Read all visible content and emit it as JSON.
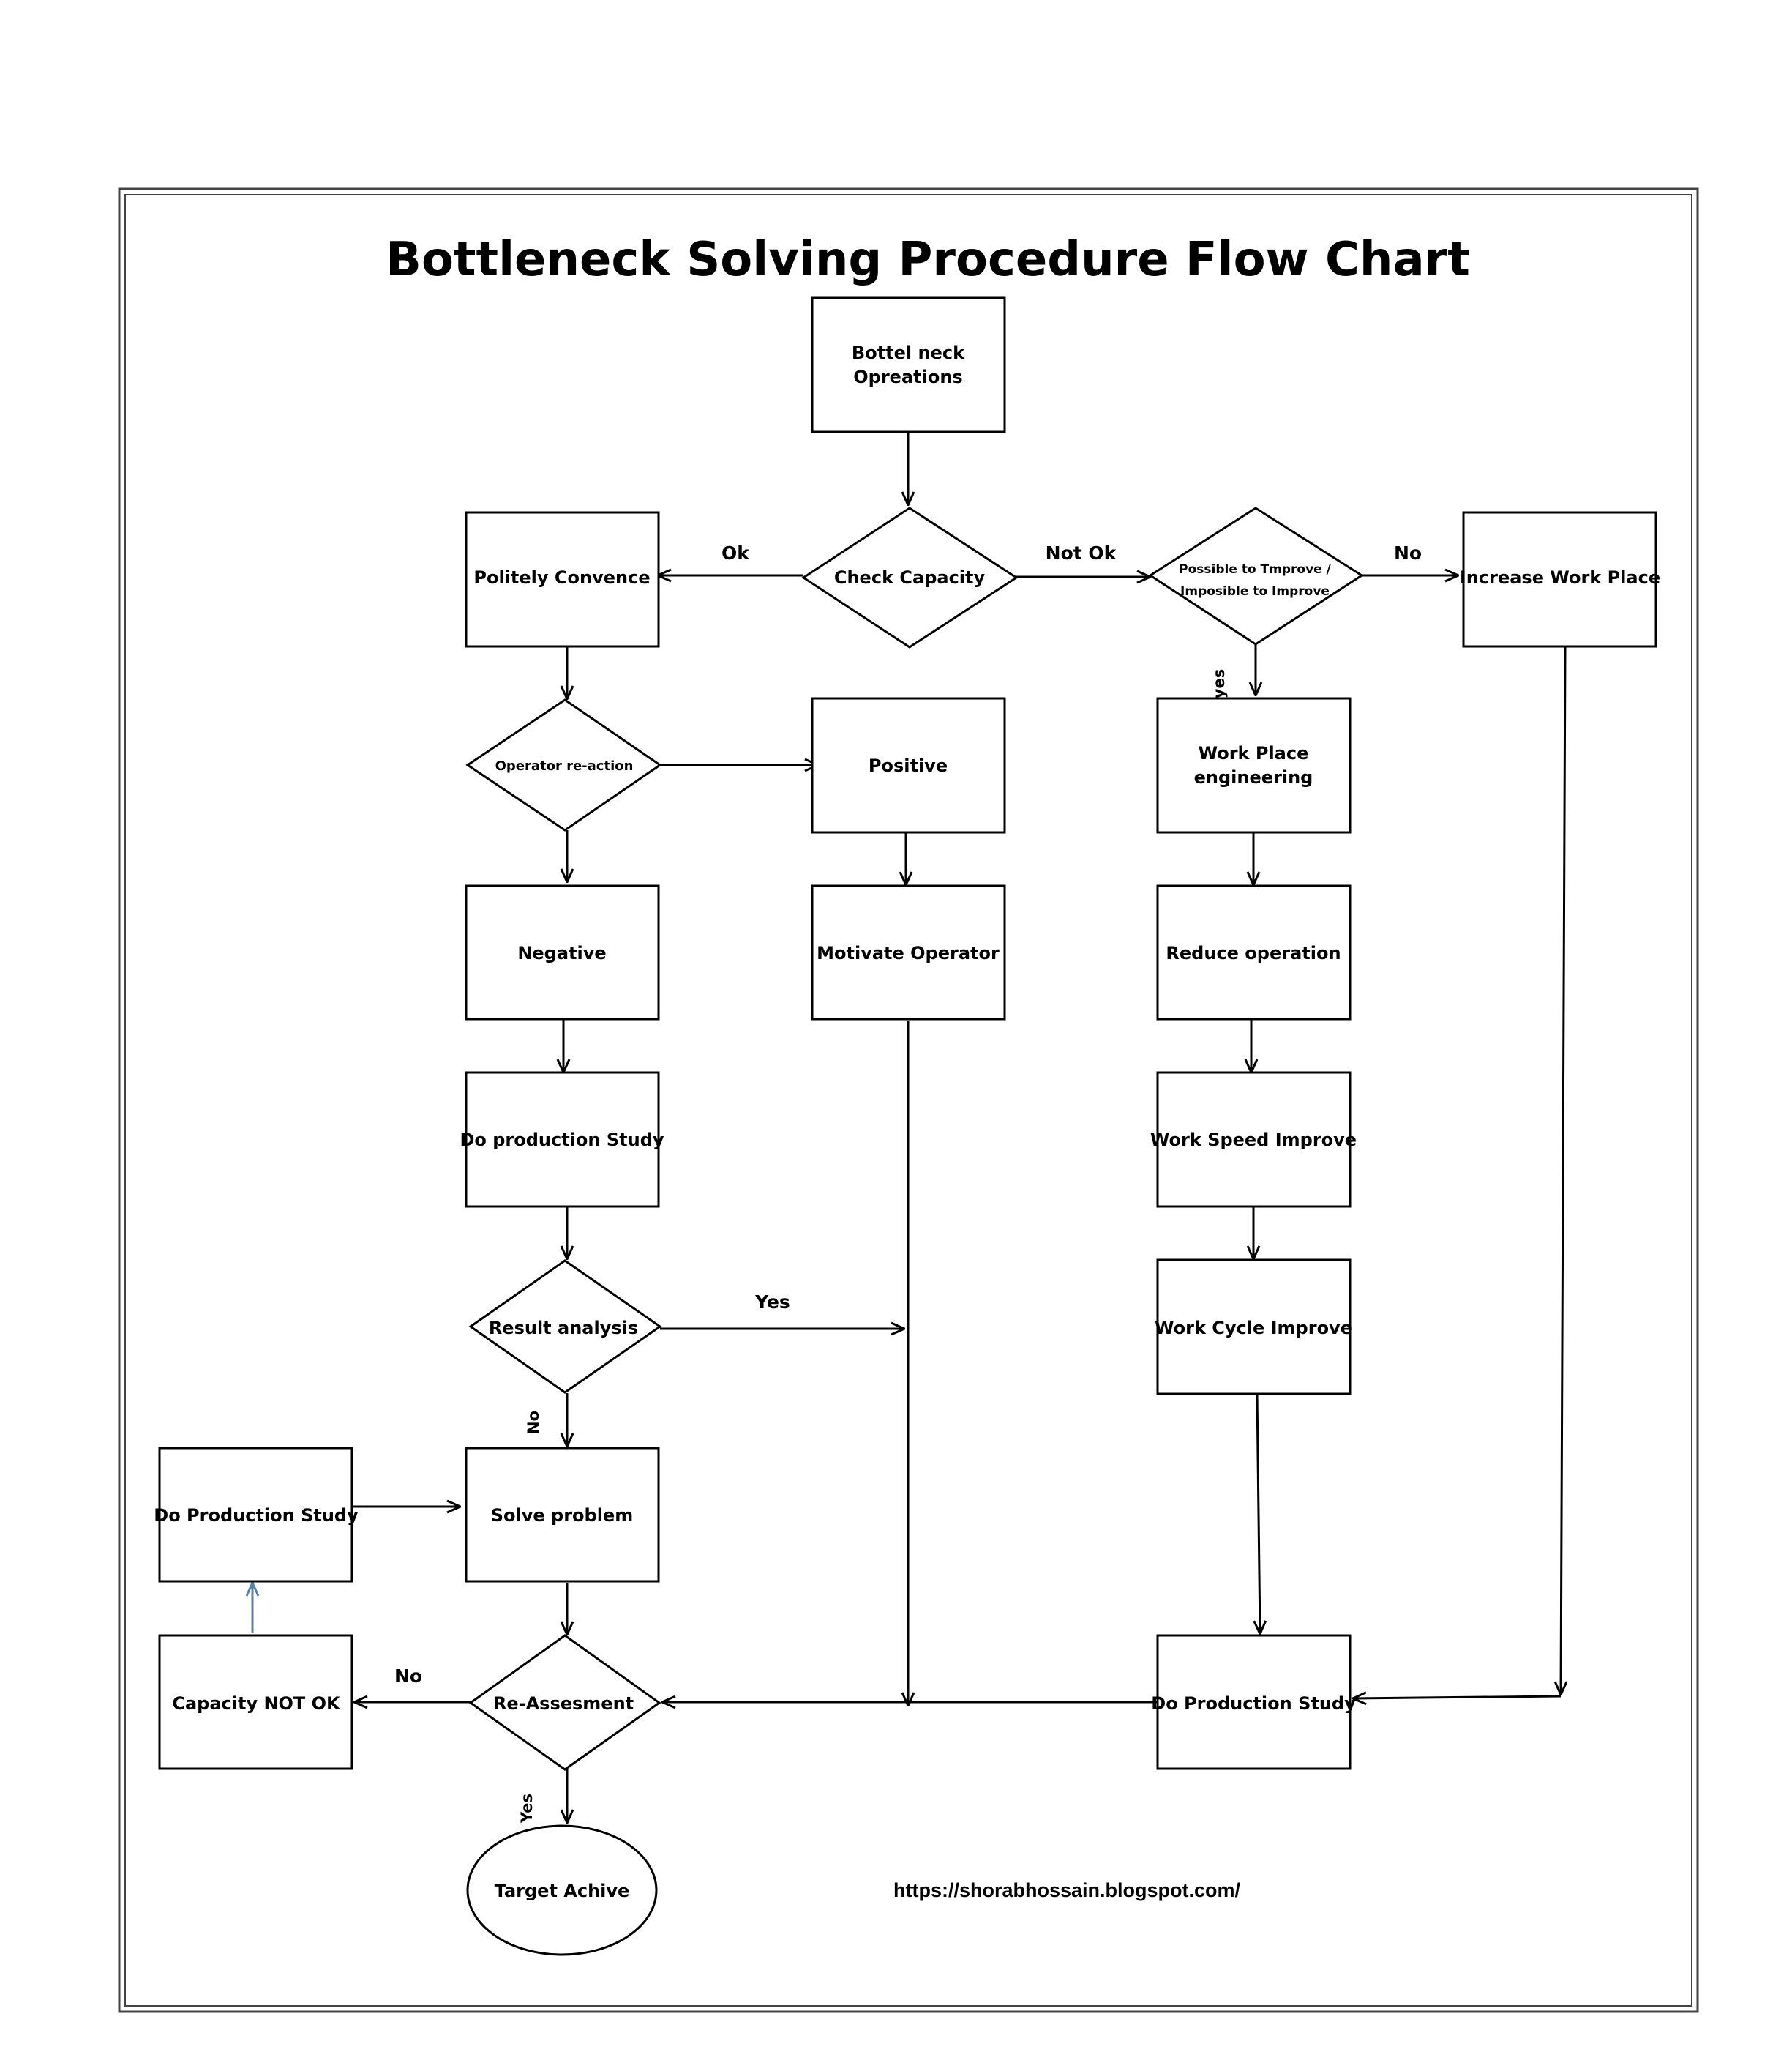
{
  "title": "Bottleneck Solving Procedure Flow Chart",
  "nodes": {
    "bottleneck_ops": [
      "Bottel neck",
      "Opreations"
    ],
    "check_capacity": "Check Capacity",
    "politely_convence": "Politely Convence",
    "possible_improve": [
      "Possible to Tmprove /",
      "Imposible to Improve"
    ],
    "increase_work_place": "Increase Work Place",
    "operator_reaction": "Operator re-action",
    "positive": "Positive",
    "work_place_engineering": [
      "Work Place",
      "engineering"
    ],
    "negative": "Negative",
    "motivate_operator": "Motivate Operator",
    "reduce_operation": "Reduce operation",
    "do_production_study_1": "Do production Study",
    "work_speed_improve": "Work Speed Improve",
    "result_analysis": "Result analysis",
    "work_cycle_improve": "Work Cycle Improve",
    "do_production_study_left": "Do Production Study",
    "solve_problem": "Solve problem",
    "capacity_not_ok": "Capacity NOT OK",
    "re_assesment": "Re-Assesment",
    "do_production_study_right": "Do Production Study",
    "target_achive": "Target Achive"
  },
  "edge_labels": {
    "ok": "Ok",
    "not_ok": "Not Ok",
    "no_top": "No",
    "yes_vertical": "yes",
    "yes_result": "Yes",
    "no_result": "No",
    "no_reassess": "No",
    "yes_reassess": "Yes"
  },
  "footer_url": "https://shorabhossain.blogspot.com/",
  "colors": {
    "stroke": "#000000",
    "frame": "#444444",
    "blue_arrow": "#5b7fa6"
  }
}
